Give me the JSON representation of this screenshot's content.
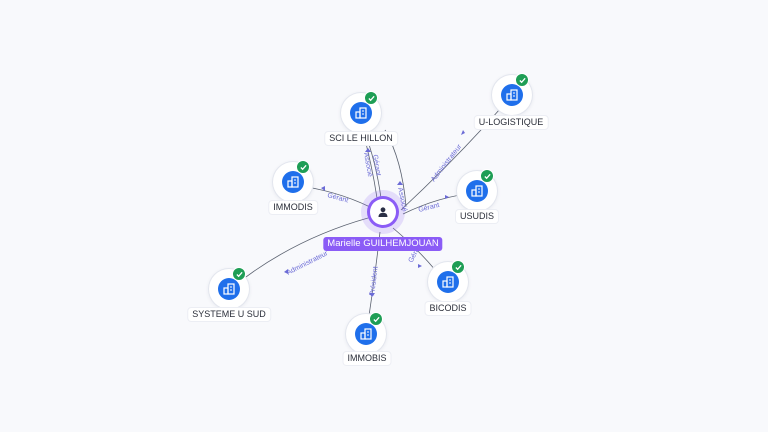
{
  "center": {
    "name": "Marielle GUILHEMJOUAN",
    "icon": "person-icon"
  },
  "colors": {
    "accent": "#8b5cf6",
    "company": "#1f6feb",
    "verified": "#1e9e55",
    "edge": "#5b6270",
    "edge_label": "#6b6bd6"
  },
  "companies": [
    {
      "key": "sci-le-hillon",
      "name": "SCI LE HILLON",
      "icon": "building-icon"
    },
    {
      "key": "u-logistique",
      "name": "U-LOGISTIQUE",
      "icon": "building-icon"
    },
    {
      "key": "immodis",
      "name": "IMMODIS",
      "icon": "building-icon"
    },
    {
      "key": "usudis",
      "name": "USUDIS",
      "icon": "building-icon"
    },
    {
      "key": "systeme-u-sud",
      "name": "SYSTEME U SUD",
      "icon": "building-icon"
    },
    {
      "key": "bicodis",
      "name": "BICODIS",
      "icon": "building-icon"
    },
    {
      "key": "immobis",
      "name": "IMMOBIS",
      "icon": "building-icon"
    }
  ],
  "edges": [
    {
      "to": "sci-le-hillon",
      "label": "Gérant"
    },
    {
      "to": "sci-le-hillon",
      "label": "Associé"
    },
    {
      "to": "sci-le-hillon",
      "label": "Associé"
    },
    {
      "to": "u-logistique",
      "label": "Administrateur"
    },
    {
      "to": "immodis",
      "label": "Gérant"
    },
    {
      "to": "usudis",
      "label": "Gérant"
    },
    {
      "to": "systeme-u-sud",
      "label": "Administrateur"
    },
    {
      "to": "bicodis",
      "label": "Gérant"
    },
    {
      "to": "immobis",
      "label": "Président"
    }
  ]
}
